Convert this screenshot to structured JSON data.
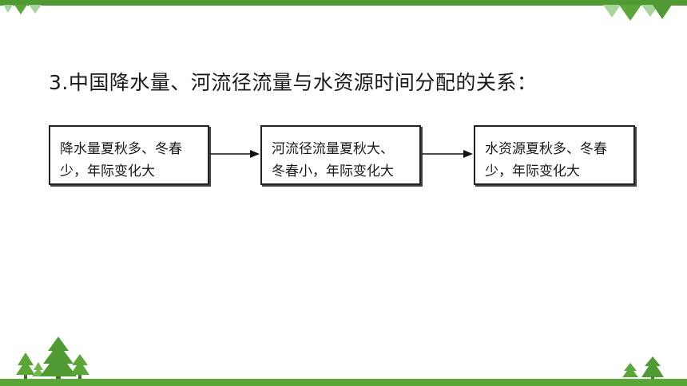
{
  "colors": {
    "accent_green": "#4f9a32",
    "light_green": "#a8d59a",
    "text": "#1a1a1a"
  },
  "heading": "3.中国降水量、河流径流量与水资源时间分配的关系：",
  "flow": [
    {
      "lines": [
        "降水量夏秋多、冬春",
        "少，年际变化大"
      ]
    },
    {
      "lines": [
        "河流径流量夏秋大、",
        "冬春小，年际变化大"
      ]
    },
    {
      "lines": [
        "水资源夏秋多、冬春",
        "少，年际变化大"
      ]
    }
  ],
  "icons": {
    "arrow": "arrow-right-icon",
    "trees": "pine-tree-icon",
    "triangles": "triangle-decoration-icon"
  }
}
